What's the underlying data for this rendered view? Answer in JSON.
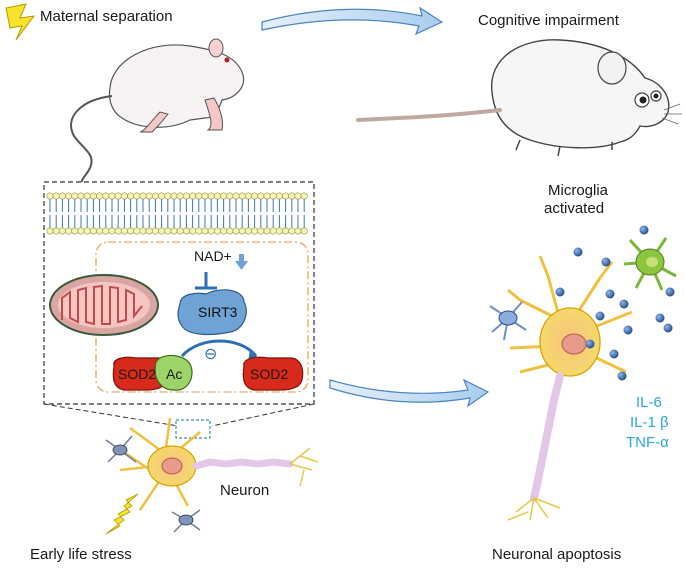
{
  "labels": {
    "maternal_separation": "Maternal separation",
    "cognitive_impairment": "Cognitive impairment",
    "microglia_line1": "Microglia",
    "microglia_line2": "activated",
    "nad": "NAD+",
    "sirt3": "SIRT3",
    "sod2_left": "SOD2",
    "ac": "Ac",
    "sod2_right": "SOD2",
    "minus_symbol": "⊖",
    "neuron": "Neuron",
    "early_life_stress": "Early life stress",
    "neuronal_apoptosis": "Neuronal apoptosis"
  },
  "cytokines": [
    "IL-6",
    "IL-1 β",
    "TNF-α"
  ],
  "colors": {
    "arrow_fill": "#cfe3f5",
    "arrow_stroke": "#4a86c1",
    "membrane_head": "#f6f3b8",
    "membrane_tail": "#3c76b8",
    "box_border": "#333333",
    "orange_dash": "#f1a35f",
    "mito_outer": "#d9a5a3",
    "mito_inner": "#f4c6c2",
    "mito_border": "#3a5a3a",
    "sirt3_fill": "#6fa3d6",
    "sod2_fill": "#d82a1a",
    "ac_fill": "#9cd46a",
    "neuron_body": "#f4d35e",
    "nucleus": "#e89b8a",
    "axon": "#e2c7e8",
    "microglia_green": "#8cc63f",
    "microglia_blue": "#6d8fc9",
    "cytokine_ball": "#2f5f9e",
    "cytokine_text": "#29a8e0",
    "lightning": "#f7e32b"
  },
  "icons": [
    "lightning-bolt-icon",
    "mouse-pup-icon",
    "mouse-adult-icon",
    "neuron-icon",
    "microglia-icon",
    "mitochondrion-icon"
  ]
}
